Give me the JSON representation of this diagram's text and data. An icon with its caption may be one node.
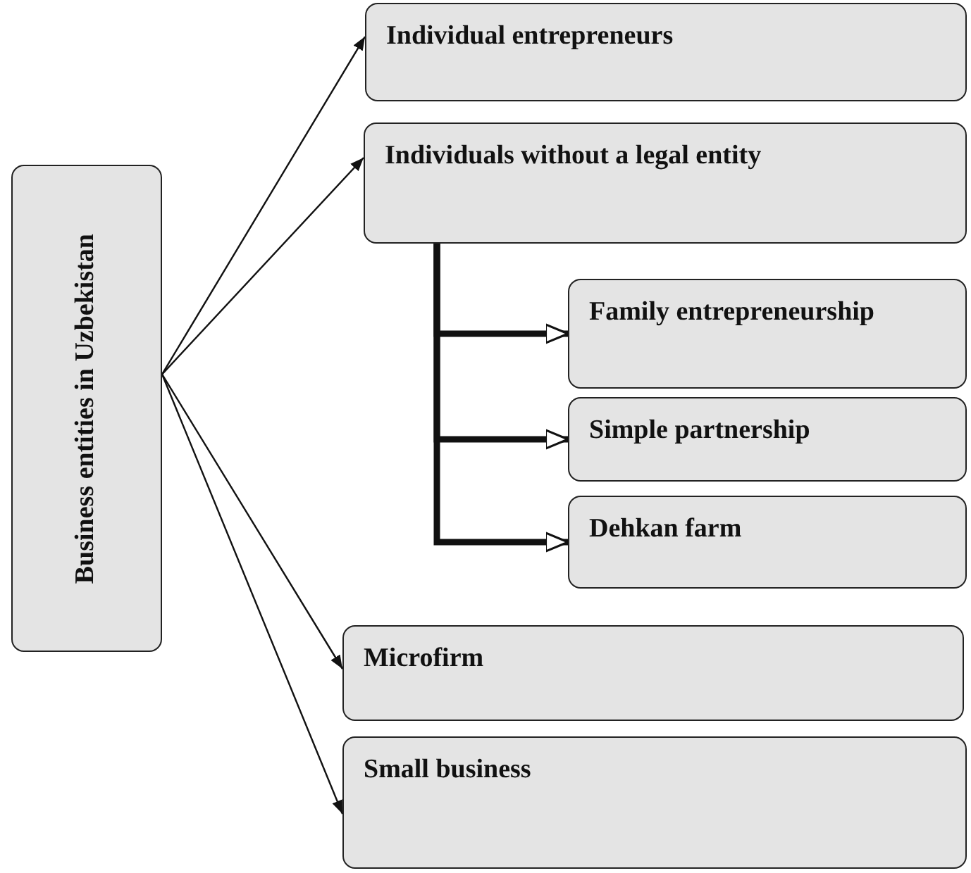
{
  "diagram": {
    "nodes": [
      {
        "text": [
          "Business entities in Uzbekistan"
        ]
      },
      {
        "text": [
          "Individual entrepreneurs"
        ]
      },
      {
        "text": [
          "Individuals without a legal entity"
        ]
      },
      {
        "text": [
          "Family entrepreneurship"
        ]
      },
      {
        "text": [
          "Simple partnership"
        ]
      },
      {
        "text": [
          "Dehkan farm"
        ]
      },
      {
        "text": [
          "Microfirm"
        ]
      },
      {
        "text": [
          "Small business"
        ]
      }
    ],
    "edges": [
      {
        "from": 0,
        "to": 1,
        "arrow": "to"
      },
      {
        "from": 0,
        "to": 2,
        "arrow": "to"
      },
      {
        "from": 2,
        "to": 3,
        "arrow": "to",
        "style": "thick"
      },
      {
        "from": 2,
        "to": 4,
        "arrow": "to",
        "style": "thick"
      },
      {
        "from": 2,
        "to": 5,
        "arrow": "to",
        "style": "thick"
      },
      {
        "from": 0,
        "to": 6,
        "arrow": "to"
      },
      {
        "from": 0,
        "to": 7,
        "arrow": "to"
      }
    ]
  }
}
